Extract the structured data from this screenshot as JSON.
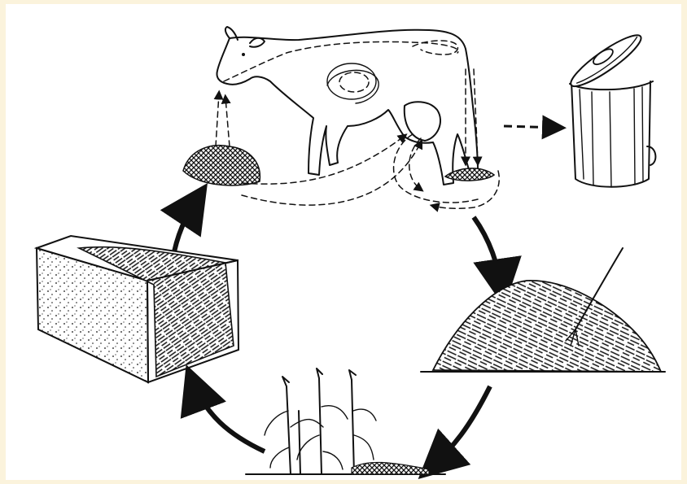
{
  "diagram": {
    "colors": {
      "frame": "#fbf3dc",
      "paper": "#ffffff",
      "ink": "#111111"
    },
    "nodes": [
      {
        "id": "cow",
        "icon": "cow-icon"
      },
      {
        "id": "milk-can",
        "icon": "milk-can-icon"
      },
      {
        "id": "manure-pile",
        "icon": "manure-pile-icon"
      },
      {
        "id": "corn-crop",
        "icon": "corn-plant-icon"
      },
      {
        "id": "silage-bunker",
        "icon": "silage-bunker-icon"
      },
      {
        "id": "feed-pile",
        "icon": "feed-pile-icon"
      }
    ],
    "cycle_arrows": [
      {
        "from": "cow",
        "to": "manure-pile"
      },
      {
        "from": "manure-pile",
        "to": "corn-crop"
      },
      {
        "from": "corn-crop",
        "to": "silage-bunker"
      },
      {
        "from": "silage-bunker",
        "to": "feed-pile"
      }
    ],
    "side_arrow": {
      "from": "cow",
      "to": "milk-can",
      "style": "dashed"
    }
  }
}
